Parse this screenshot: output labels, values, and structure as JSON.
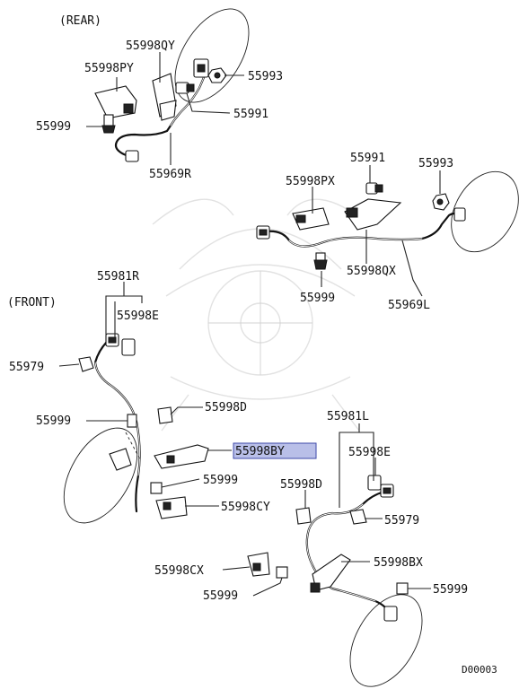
{
  "diagram": {
    "section_rear": "(REAR)",
    "section_front": "(FRONT)",
    "diagram_code": "D00003",
    "highlight_color": "#b9bfe8",
    "labels": {
      "rear_55998QY": "55998QY",
      "rear_55998PY": "55998PY",
      "rear_55993": "55993",
      "rear_55991": "55991",
      "rear_55999": "55999",
      "rear_55969R": "55969R",
      "left_55991": "55991",
      "left_55993": "55993",
      "left_55998PX": "55998PX",
      "left_55998QX": "55998QX",
      "left_55999": "55999",
      "left_55969L": "55969L",
      "fr_55981R": "55981R",
      "fr_55998E": "55998E",
      "fr_55979": "55979",
      "fr_55999_a": "55999",
      "fr_55998D": "55998D",
      "fr_55998BY": "55998BY",
      "fr_55999_b": "55999",
      "fr_55998CY": "55998CY",
      "fl_55981L": "55981L",
      "fl_55998E": "55998E",
      "fl_55998D": "55998D",
      "fl_55979": "55979",
      "fl_55998BX": "55998BX",
      "fl_55998CX": "55998CX",
      "fl_55999_a": "55999",
      "fl_55999_b": "55999"
    }
  }
}
